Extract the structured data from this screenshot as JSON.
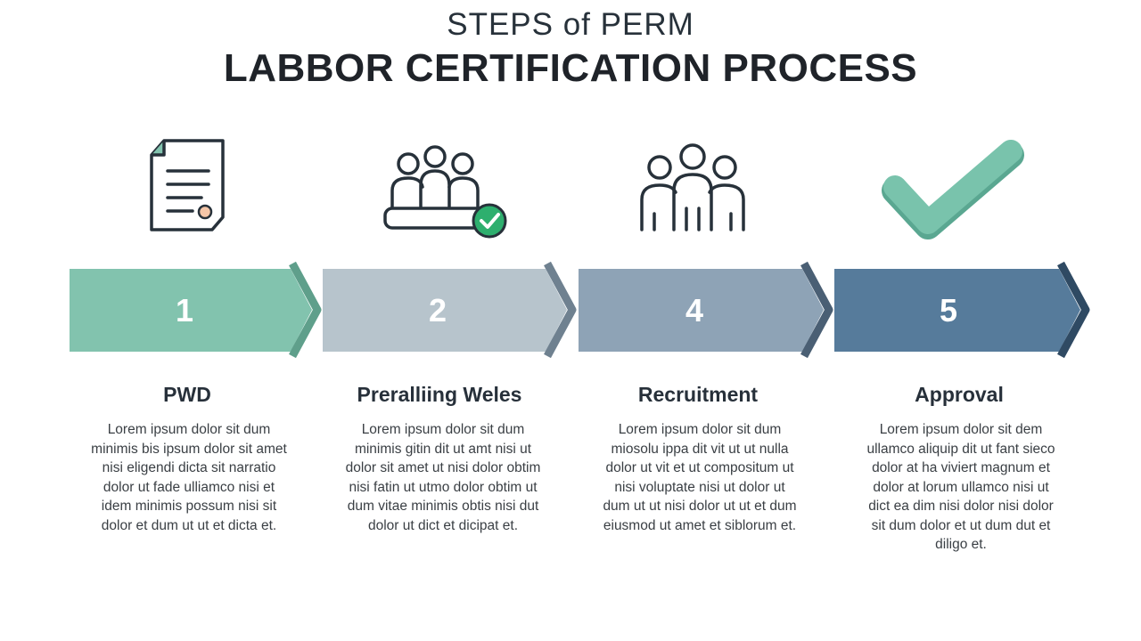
{
  "header": {
    "title_top": "STEPS of PERM",
    "title_main": "LABBOR CERTIFICATION PROCESS"
  },
  "colors": {
    "step1": "#82c3ae",
    "step2": "#b7c4cc",
    "step3": "#8ea3b6",
    "step4": "#567b9b",
    "icon_stroke": "#27313a",
    "check_green": "#2eaf6e",
    "check_teal": "#79c3ac"
  },
  "steps": [
    {
      "number": "1",
      "icon": "document-icon",
      "title": "PWD",
      "body": "Lorem ipsum dolor sit dum minimis bis ipsum dolor sit amet nisi eligendi dicta sit narratio dolor ut fade ulliamco nisi et idem minimis possum nisi sit dolor et dum ut ut et dicta et."
    },
    {
      "number": "2",
      "icon": "group-check-icon",
      "title": "Preralliing Weles",
      "body": "Lorem ipsum dolor sit dum minimis gitin dit ut amt nisi ut dolor sit amet ut nisi dolor obtim nisi fatin ut utmo dolor obtim ut dum vitae minimis obtis nisi dut dolor ut dict et dicipat et."
    },
    {
      "number": "4",
      "icon": "group-icon",
      "title": "Recruitment",
      "body": "Lorem ipsum dolor sit dum miosolu ippa dit vit ut ut nulla dolor ut vit et ut compositum ut nisi voluptate nisi ut dolor ut dum ut ut nisi dolor ut ut et dum eiusmod ut amet et siblorum et."
    },
    {
      "number": "5",
      "icon": "checkmark-icon",
      "title": "Approval",
      "body": "Lorem ipsum dolor sit dem ullamco aliquip dit ut fant sieco dolor at ha viviert magnum et dolor at lorum ullamco nisi ut dict ea dim nisi dolor nisi dolor sit dum dolor et ut dum dut et diligo et."
    }
  ]
}
